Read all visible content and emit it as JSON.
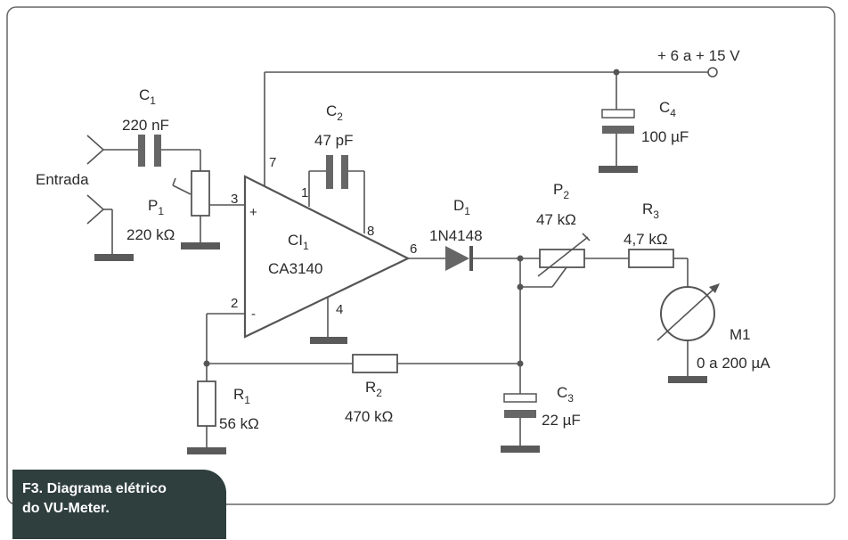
{
  "supply": "+ 6 a + 15 V",
  "input": "Entrada",
  "components": {
    "C1": {
      "name": "C",
      "idx": "1",
      "value": "220 nF"
    },
    "C2": {
      "name": "C",
      "idx": "2",
      "value": "47 pF"
    },
    "C3": {
      "name": "C",
      "idx": "3",
      "value": "22 µF"
    },
    "C4": {
      "name": "C",
      "idx": "4",
      "value": "100 µF"
    },
    "P1": {
      "name": "P",
      "idx": "1",
      "value": "220 kΩ"
    },
    "P2": {
      "name": "P",
      "idx": "2",
      "value": "47 kΩ"
    },
    "R1": {
      "name": "R",
      "idx": "1",
      "value": "56 kΩ"
    },
    "R2": {
      "name": "R",
      "idx": "2",
      "value": "470 kΩ"
    },
    "R3": {
      "name": "R",
      "idx": "3",
      "value": "4,7 kΩ"
    },
    "D1": {
      "name": "D",
      "idx": "1",
      "value": "1N4148"
    },
    "CI1": {
      "name": "CI",
      "idx": "1",
      "value": "CA3140"
    },
    "M1": {
      "name": "M1",
      "value": "0 a 200 µA"
    }
  },
  "pins": {
    "p7": "7",
    "p1": "1",
    "p8": "8",
    "p3": "3",
    "plus": "+",
    "p2": "2",
    "minus": "-",
    "p6": "6",
    "p4": "4"
  },
  "caption": {
    "line1": "F3. Diagrama elétrico",
    "line2": "do VU-Meter."
  },
  "colors": {
    "wire": "#555555",
    "ground": "#5a5a5a",
    "caption_bg": "#2f3f3e",
    "caption_text": "#ffffff"
  }
}
